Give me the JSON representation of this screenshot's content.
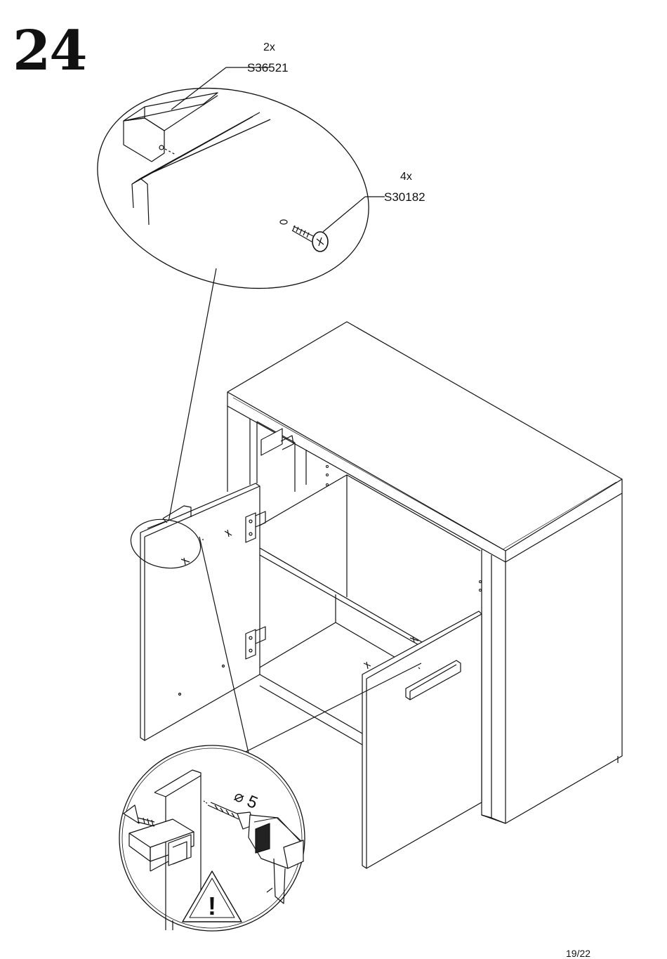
{
  "step": {
    "number": "24"
  },
  "callouts": [
    {
      "qty": "2x",
      "code": "S36521"
    },
    {
      "qty": "4x",
      "code": "S30182"
    }
  ],
  "drill": {
    "symbol": "⌀",
    "size": "5"
  },
  "warning": {
    "glyph": "!"
  },
  "page": {
    "number": "19/22"
  }
}
